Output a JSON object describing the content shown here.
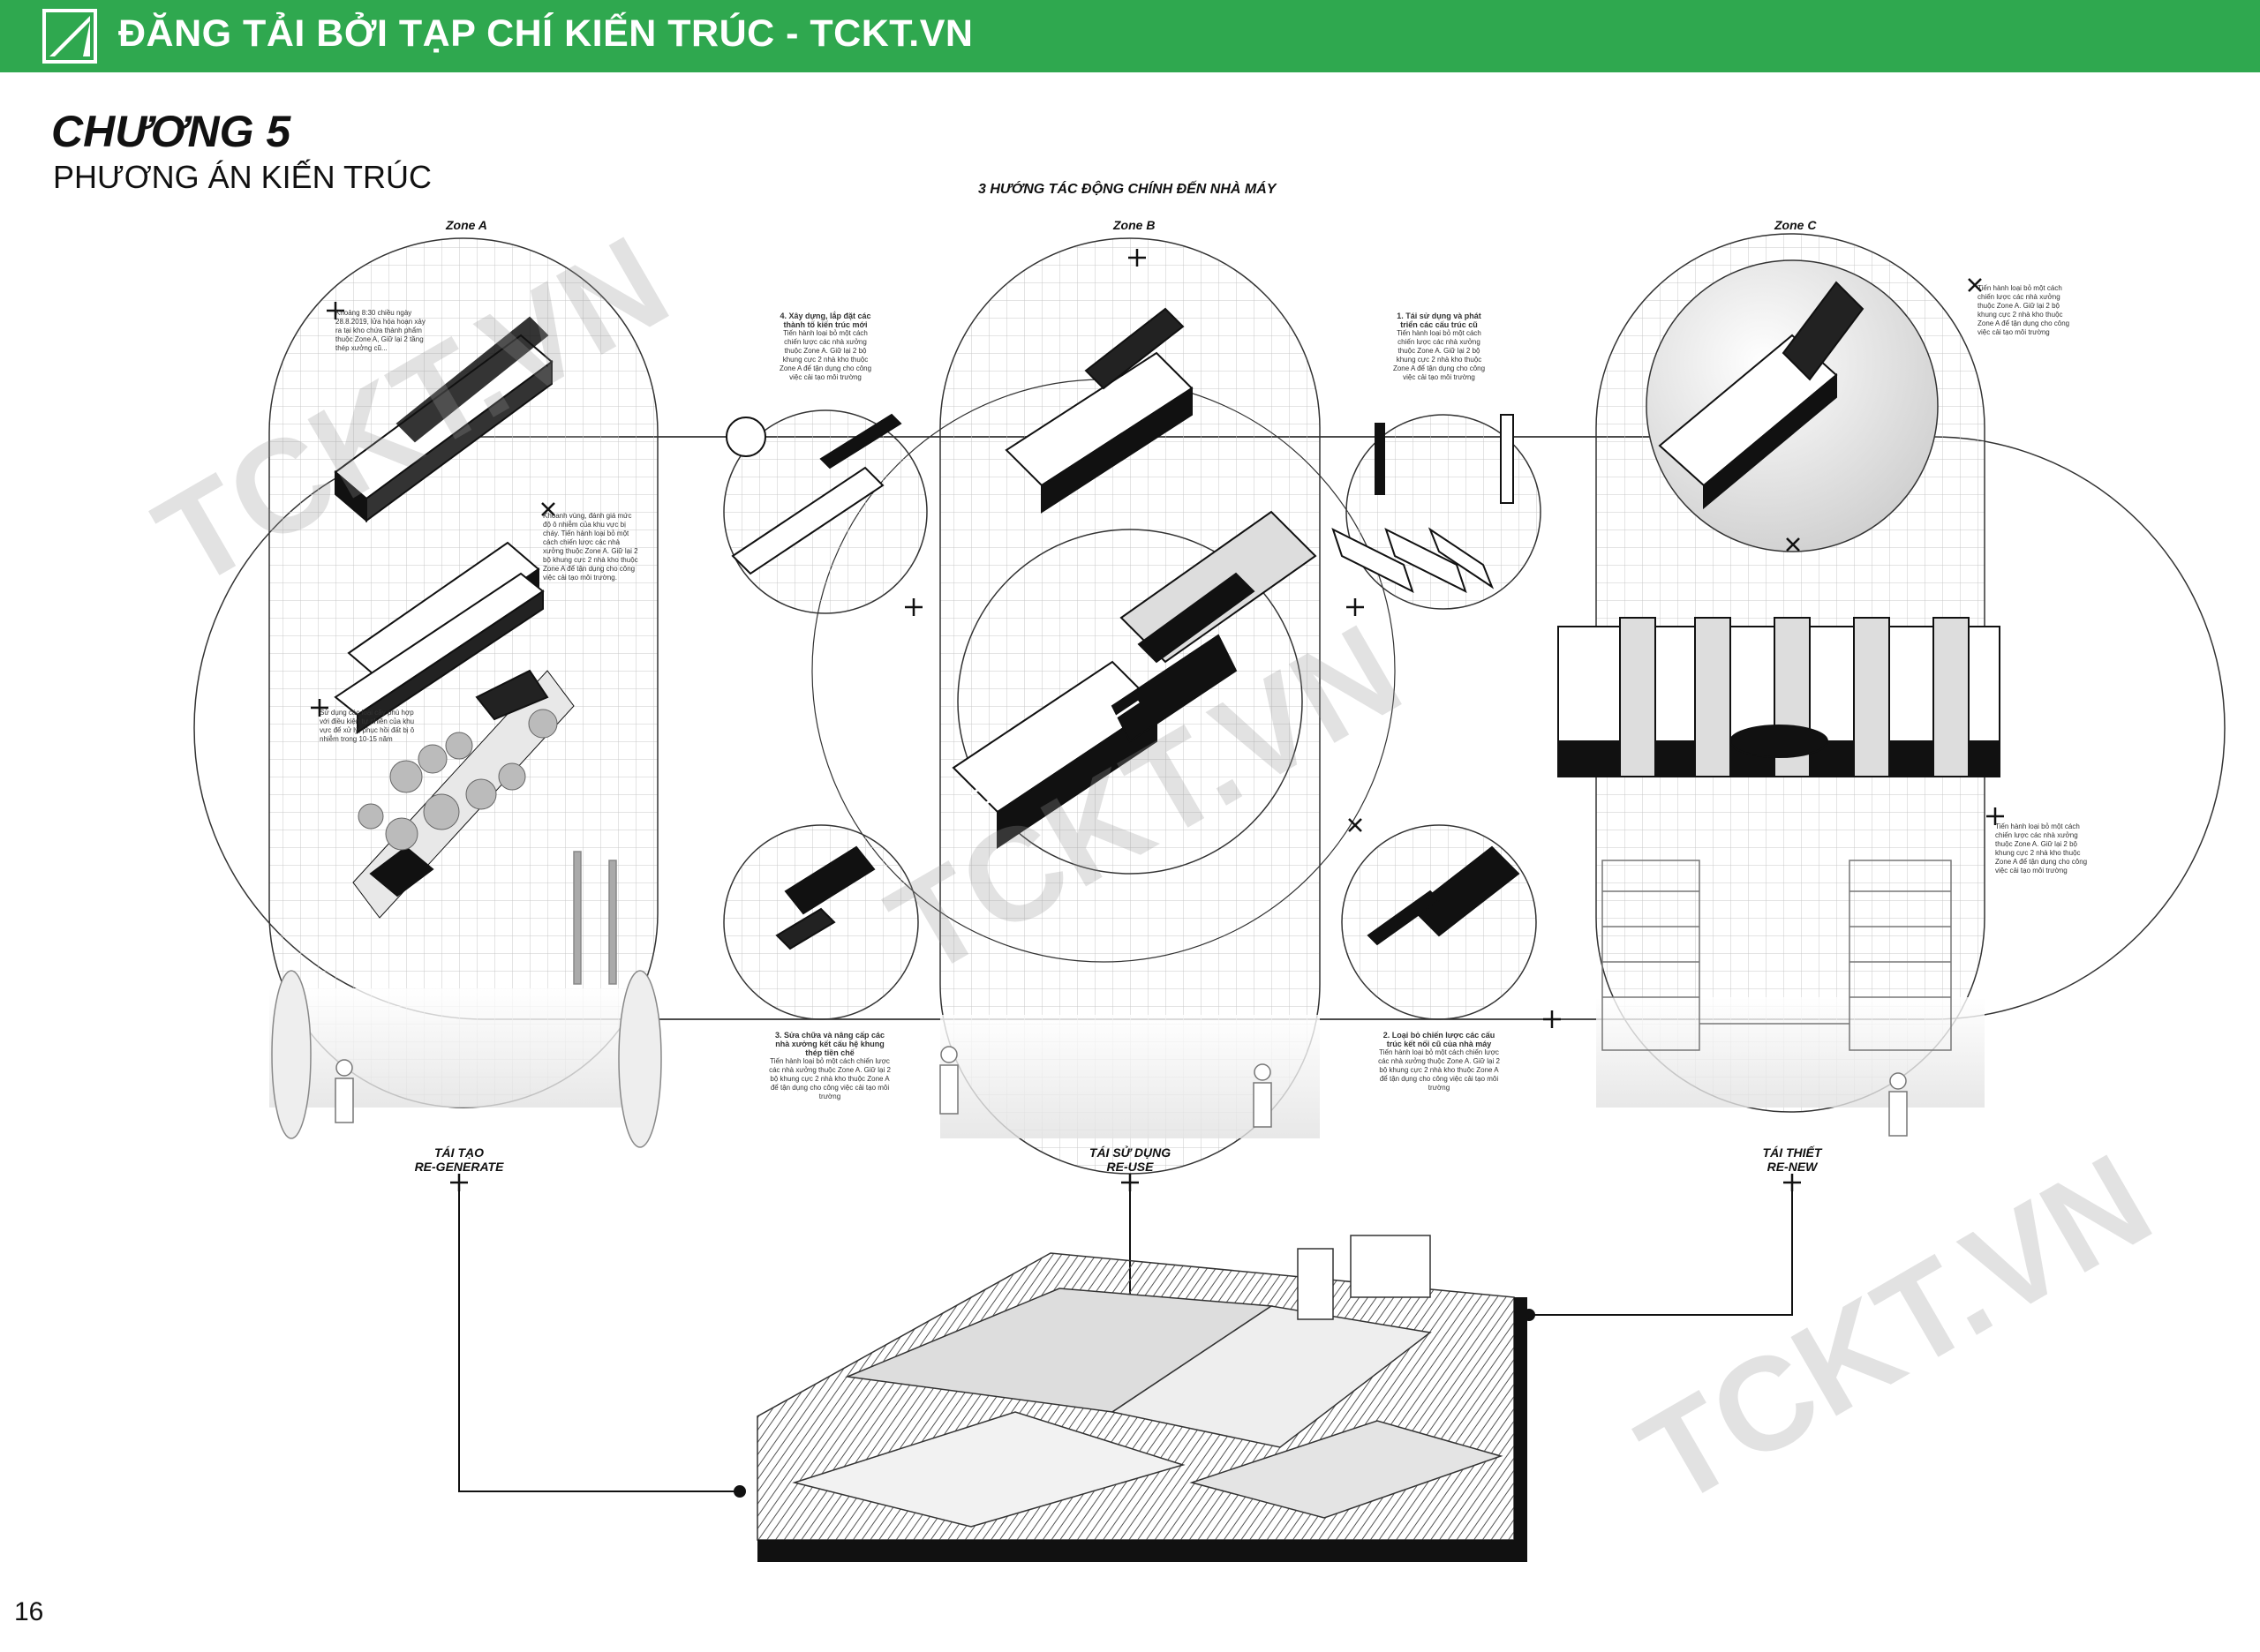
{
  "banner": {
    "text": "ĐĂNG TẢI BỞI TẠP CHÍ KIẾN TRÚC - TCKT.VN",
    "color": "#2fa84f"
  },
  "chapter": {
    "title": "CHƯƠNG 5",
    "subtitle": "PHƯƠNG ÁN KIẾN TRÚC"
  },
  "diagram": {
    "heading": "3 HƯỚNG TÁC ĐỘNG CHÍNH ĐẾN NHÀ MÁY",
    "zones": [
      "Zone A",
      "Zone B",
      "Zone C"
    ],
    "notes": {
      "a_top": "Khoảng 8:30 chiều ngày 28.8.2019, lửa hóa hoạn xảy ra tại kho chứa thành phẩm thuộc Zone A, Giữ lại 2 tầng thép xưởng cũ...",
      "a_mid": "Khoanh vùng, đánh giá mức độ ô nhiễm của khu vực bị cháy. Tiến hành loại bỏ một cách chiến lược các nhà xưởng thuộc Zone A. Giữ lại 2 bộ khung cực 2 nhà kho thuộc Zone A để tận dụng cho công việc cải tạo môi trường.",
      "a_bottom": "Sử dụng các loại cây phù hợp với điều kiện tự nhiên của khu vực để xử lý, phục hồi đất bị ô nhiễm trong 10-15 năm",
      "b4": "4. Xây dựng, lắp đặt các thành tố kiến trúc mới",
      "b4_text": "Tiến hành loại bỏ một cách chiến lược các nhà xưởng thuộc Zone A. Giữ lại 2 bộ khung cực 2 nhà kho thuộc Zone A để tận dụng cho công việc cải tạo môi trường",
      "b1": "1. Tái sử dụng và phát triển các cấu trúc cũ",
      "b1_text": "Tiến hành loại bỏ một cách chiến lược các nhà xưởng thuộc Zone A. Giữ lại 2 bộ khung cực 2 nhà kho thuộc Zone A để tận dụng cho công việc cải tạo môi trường",
      "b3": "3. Sửa chữa và nâng cấp các nhà xưởng kết cấu hệ khung thép tiền chế",
      "b3_text": "Tiến hành loại bỏ một cách chiến lược các nhà xưởng thuộc Zone A. Giữ lại 2 bộ khung cực 2 nhà kho thuộc Zone A để tận dụng cho công việc cải tạo môi trường",
      "b2": "2. Loại bỏ chiến lược các cấu trúc kết nối cũ của nhà máy",
      "b2_text": "Tiến hành loại bỏ một cách chiến lược các nhà xưởng thuộc Zone A. Giữ lại 2 bộ khung cực 2 nhà kho thuộc Zone A để tận dụng cho công việc cải tạo môi trường",
      "c_top": "Tiến hành loại bỏ một cách chiến lược các nhà xưởng thuộc Zone A. Giữ lại 2 bộ khung cực 2 nhà kho thuộc Zone A để tận dụng cho công việc cải tạo môi trường",
      "c_mid": "Tiến hành loại bỏ một cách chiến lược các nhà xưởng thuộc Zone A. Giữ lại 2 bộ khung cực 2 nhà kho thuộc Zone A để tận dụng cho công việc cải tạo môi trường"
    },
    "sections": [
      {
        "vi": "TÁI TẠO",
        "en": "RE-GENERATE"
      },
      {
        "vi": "TÁI SỬ DỤNG",
        "en": "RE-USE"
      },
      {
        "vi": "TÁI THIẾT",
        "en": "RE-NEW"
      }
    ]
  },
  "watermark": "TCKT.VN",
  "page_number": "16"
}
